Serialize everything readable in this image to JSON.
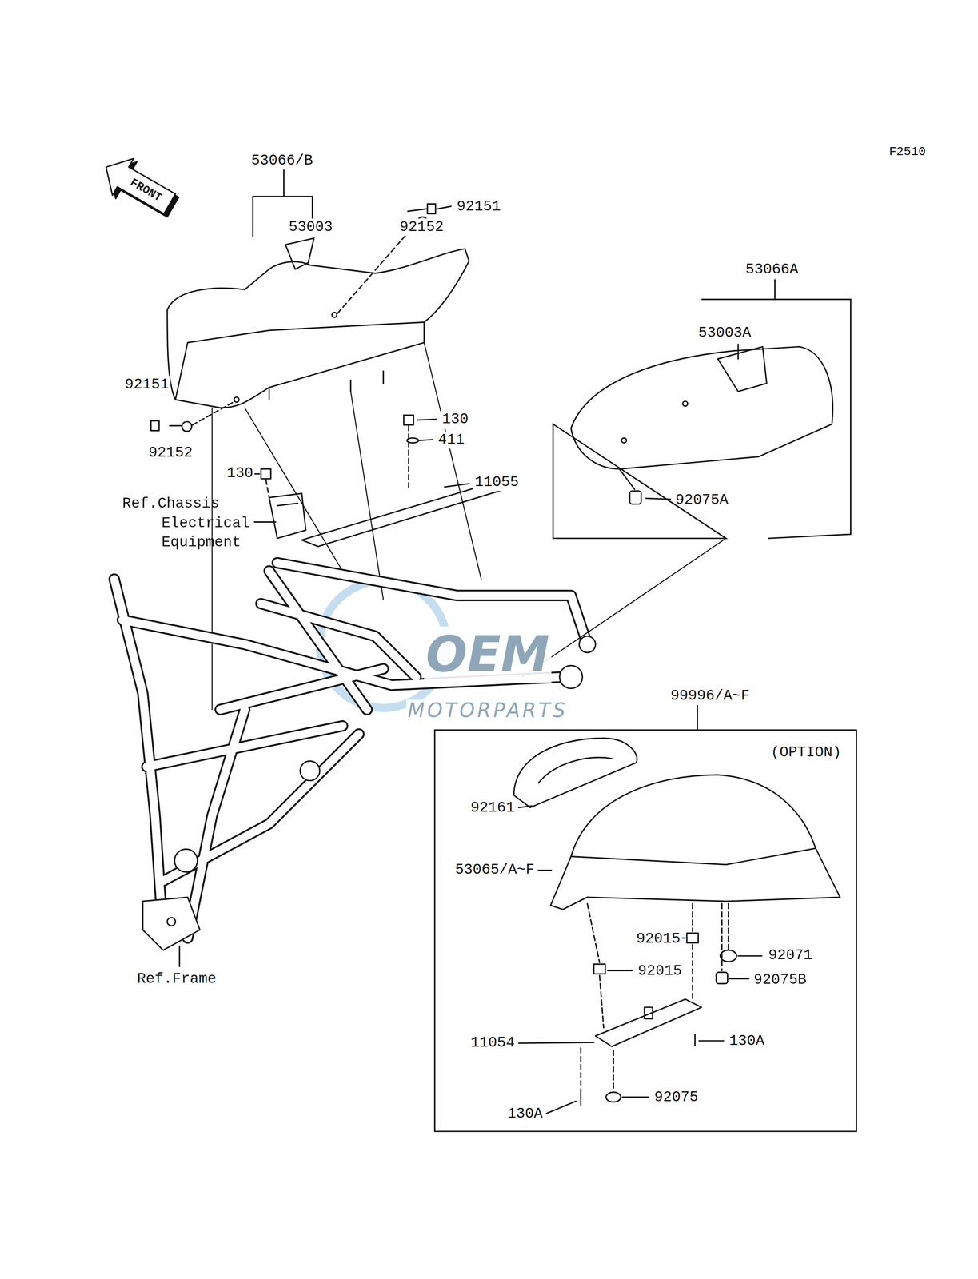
{
  "diagram": {
    "nodes": [
      {
        "text": [
          "53066A"
        ]
      },
      {
        "text": [
          "99996/A~F",
          "(OPTION)"
        ]
      }
    ],
    "labels": [
      "F2510",
      "FRONT",
      "53066/B",
      "53003",
      "92151",
      "92152",
      "92151",
      "92152",
      "130",
      "411",
      "11055",
      "130",
      "Ref.Chassis Electrical Equipment",
      "OEM",
      "MOTORPARTS",
      "Ref.Frame",
      "53003A",
      "92075A",
      "92161",
      "53065/A~F",
      "92015",
      "92015",
      "92071",
      "92075B",
      "11054",
      "130A",
      "130A",
      "92075"
    ]
  }
}
